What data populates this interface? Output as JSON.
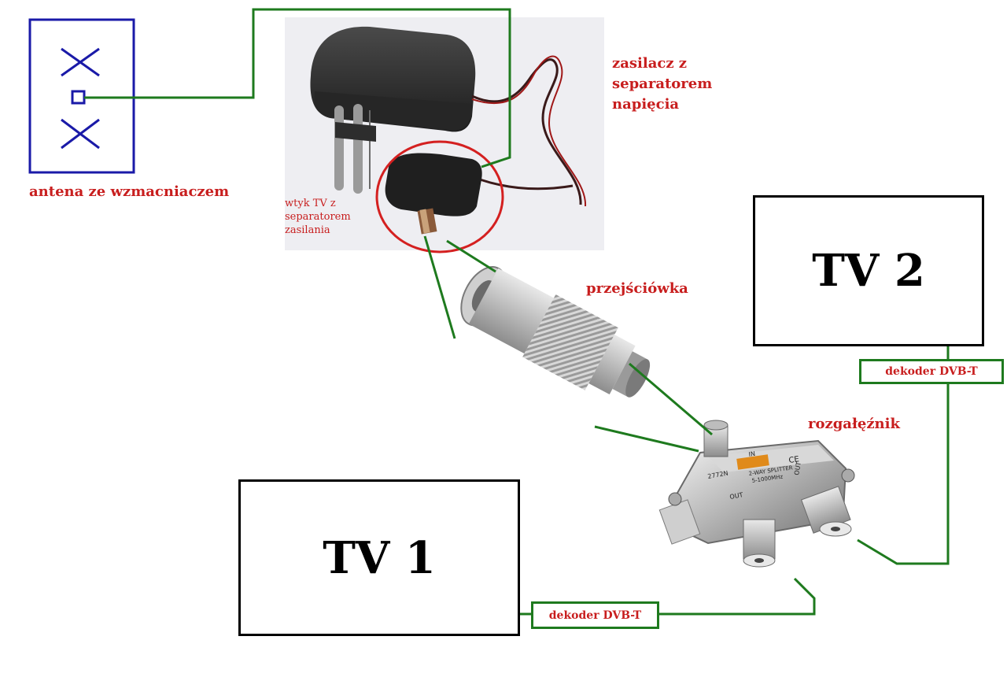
{
  "labels": {
    "antenna": "antena ze wzmacniaczem",
    "psu_line1": "zasilacz z",
    "psu_line2": "separatorem",
    "psu_line3": "napięcia",
    "plug_line1": "wtyk TV z",
    "plug_line2": "separatorem",
    "plug_line3": "zasilania",
    "adapter": "przejściówka",
    "splitter": "rozgałęźnik"
  },
  "tv1": {
    "label": "TV 1",
    "decoder": "dekoder DVB-T"
  },
  "tv2": {
    "label": "TV 2",
    "decoder": "dekoder DVB-T"
  },
  "splitter_markings": {
    "model": "2772N",
    "in": "IN",
    "out": "OUT",
    "type": "2-WAY SPLITTER",
    "range": "5-1000MHz",
    "ce": "CE"
  },
  "colors": {
    "wire": "#1e7a1e",
    "label_text": "#c81e1e",
    "antenna_box": "#1a1aa8",
    "highlight_circle": "#d42020",
    "tv_border": "#000000"
  }
}
